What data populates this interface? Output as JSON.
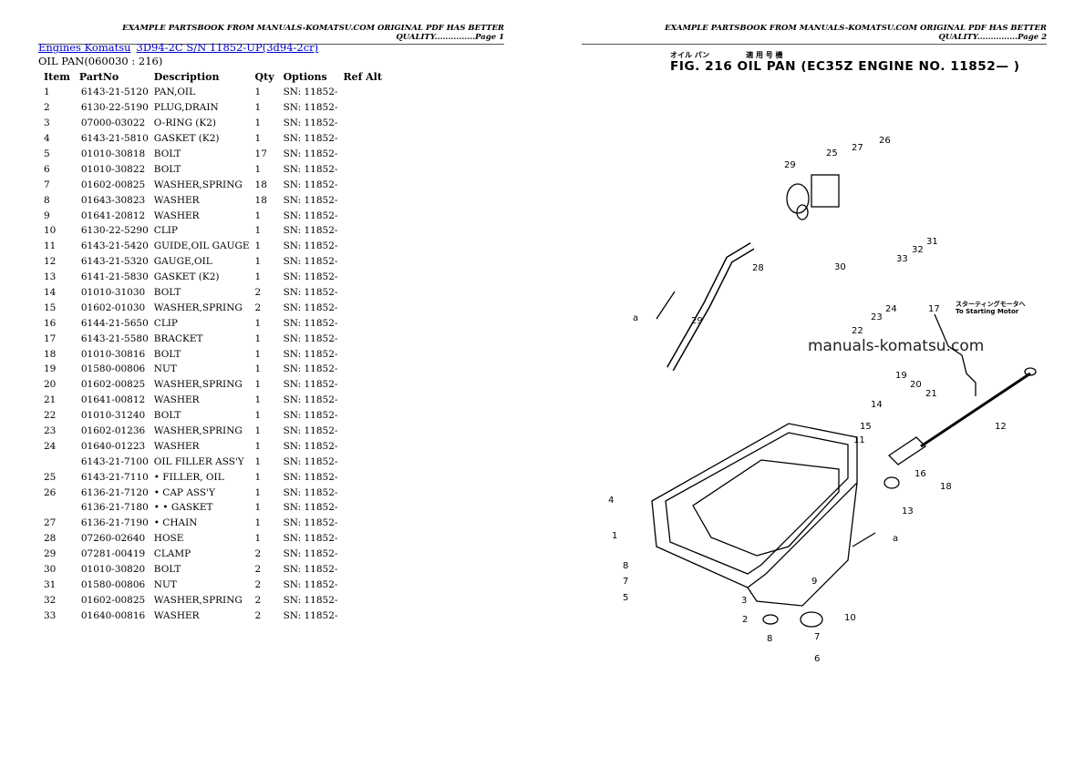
{
  "header": {
    "page1": "EXAMPLE PARTSBOOK FROM MANUALS-KOMATSU.COM ORIGINAL PDF HAS BETTER QUALITY...............Page 1",
    "page2": "EXAMPLE PARTSBOOK FROM MANUALS-KOMATSU.COM ORIGINAL PDF HAS BETTER QUALITY...............Page 2"
  },
  "breadcrumb": {
    "link1": "Engines Komatsu",
    "link2": "3D94-2C S/N 11852-UP(3d94-2cr)"
  },
  "subtitle": "OIL PAN(060030 : 216)",
  "columns": [
    "Item",
    "PartNo",
    "Description",
    "Qty",
    "Options",
    "Ref Alt"
  ],
  "rows": [
    [
      "1",
      "6143-21-5120",
      "PAN,OIL",
      "1",
      "SN: 11852-"
    ],
    [
      "2",
      "6130-22-5190",
      "PLUG,DRAIN",
      "1",
      "SN: 11852-"
    ],
    [
      "3",
      "07000-03022",
      "O-RING (K2)",
      "1",
      "SN: 11852-"
    ],
    [
      "4",
      "6143-21-5810",
      "GASKET (K2)",
      "1",
      "SN: 11852-"
    ],
    [
      "5",
      "01010-30818",
      "BOLT",
      "17",
      "SN: 11852-"
    ],
    [
      "6",
      "01010-30822",
      "BOLT",
      "1",
      "SN: 11852-"
    ],
    [
      "7",
      "01602-00825",
      "WASHER,SPRING",
      "18",
      "SN: 11852-"
    ],
    [
      "8",
      "01643-30823",
      "WASHER",
      "18",
      "SN: 11852-"
    ],
    [
      "9",
      "01641-20812",
      "WASHER",
      "1",
      "SN: 11852-"
    ],
    [
      "10",
      "6130-22-5290",
      "CLIP",
      "1",
      "SN: 11852-"
    ],
    [
      "11",
      "6143-21-5420",
      "GUIDE,OIL GAUGE",
      "1",
      "SN: 11852-"
    ],
    [
      "12",
      "6143-21-5320",
      "GAUGE,OIL",
      "1",
      "SN: 11852-"
    ],
    [
      "13",
      "6141-21-5830",
      "GASKET (K2)",
      "1",
      "SN: 11852-"
    ],
    [
      "14",
      "01010-31030",
      "BOLT",
      "2",
      "SN: 11852-"
    ],
    [
      "15",
      "01602-01030",
      "WASHER,SPRING",
      "2",
      "SN: 11852-"
    ],
    [
      "16",
      "6144-21-5650",
      "CLIP",
      "1",
      "SN: 11852-"
    ],
    [
      "17",
      "6143-21-5580",
      "BRACKET",
      "1",
      "SN: 11852-"
    ],
    [
      "18",
      "01010-30816",
      "BOLT",
      "1",
      "SN: 11852-"
    ],
    [
      "19",
      "01580-00806",
      "NUT",
      "1",
      "SN: 11852-"
    ],
    [
      "20",
      "01602-00825",
      "WASHER,SPRING",
      "1",
      "SN: 11852-"
    ],
    [
      "21",
      "01641-00812",
      "WASHER",
      "1",
      "SN: 11852-"
    ],
    [
      "22",
      "01010-31240",
      "BOLT",
      "1",
      "SN: 11852-"
    ],
    [
      "23",
      "01602-01236",
      "WASHER,SPRING",
      "1",
      "SN: 11852-"
    ],
    [
      "24",
      "01640-01223",
      "WASHER",
      "1",
      "SN: 11852-"
    ],
    [
      "",
      "6143-21-7100",
      "OIL FILLER ASS'Y",
      "1",
      "SN: 11852-"
    ],
    [
      "25",
      "6143-21-7110",
      "• FILLER, OIL",
      "1",
      "SN: 11852-"
    ],
    [
      "26",
      "6136-21-7120",
      "• CAP ASS'Y",
      "1",
      "SN: 11852-"
    ],
    [
      "",
      "6136-21-7180",
      "• • GASKET",
      "1",
      "SN: 11852-"
    ],
    [
      "27",
      "6136-21-7190",
      "• CHAIN",
      "1",
      "SN: 11852-"
    ],
    [
      "28",
      "07260-02640",
      "HOSE",
      "1",
      "SN: 11852-"
    ],
    [
      "29",
      "07281-00419",
      "CLAMP",
      "2",
      "SN: 11852-"
    ],
    [
      "30",
      "01010-30820",
      "BOLT",
      "2",
      "SN: 11852-"
    ],
    [
      "31",
      "01580-00806",
      "NUT",
      "2",
      "SN: 11852-"
    ],
    [
      "32",
      "01602-00825",
      "WASHER,SPRING",
      "2",
      "SN: 11852-"
    ],
    [
      "33",
      "01640-00816",
      "WASHER",
      "2",
      "SN: 11852-"
    ]
  ],
  "figure": {
    "jp_caption": "オイル パン　　　　　適 用 号 機",
    "title": "FIG. 216  OIL PAN (EC35Z ENGINE NO. 11852— )",
    "watermark": "manuals-komatsu.com",
    "starting_motor_note": "スターティングモータへ To Starting Motor",
    "callouts": [
      "25",
      "27",
      "26",
      "29",
      "28",
      "30",
      "33",
      "32",
      "31",
      "29",
      "a",
      "24",
      "23",
      "22",
      "17",
      "19",
      "20",
      "21",
      "14",
      "15",
      "11",
      "12",
      "16",
      "18",
      "13",
      "4",
      "1",
      "a",
      "8",
      "7",
      "5",
      "9",
      "3",
      "2",
      "8",
      "10",
      "7",
      "6"
    ]
  }
}
